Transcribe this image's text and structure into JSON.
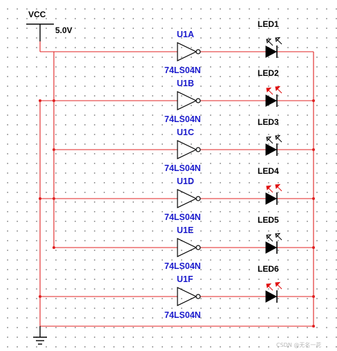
{
  "power": {
    "label": "VCC",
    "voltage": "5.0V"
  },
  "colors": {
    "wire": "#e02020",
    "component": "#000000",
    "label": "#1a1acc",
    "led_lit": "#e01010",
    "led_off": "#000000"
  },
  "channels": [
    {
      "inverter": "U1A",
      "part": "74LS04N",
      "led": "LED1",
      "input_net": "VCC",
      "led_lit": false
    },
    {
      "inverter": "U1B",
      "part": "74LS04N",
      "led": "LED2",
      "input_net": "GND",
      "led_lit": true
    },
    {
      "inverter": "U1C",
      "part": "74LS04N",
      "led": "LED3",
      "input_net": "VCC",
      "led_lit": false
    },
    {
      "inverter": "U1D",
      "part": "74LS04N",
      "led": "LED4",
      "input_net": "GND",
      "led_lit": true
    },
    {
      "inverter": "U1E",
      "part": "74LS04N",
      "led": "LED5",
      "input_net": "VCC",
      "led_lit": false
    },
    {
      "inverter": "U1F",
      "part": "74LS04N",
      "led": "LED6",
      "input_net": "GND",
      "led_lit": true
    }
  ],
  "ground_icon": "ground-symbol-icon",
  "watermark": "CSDN @无名一花"
}
